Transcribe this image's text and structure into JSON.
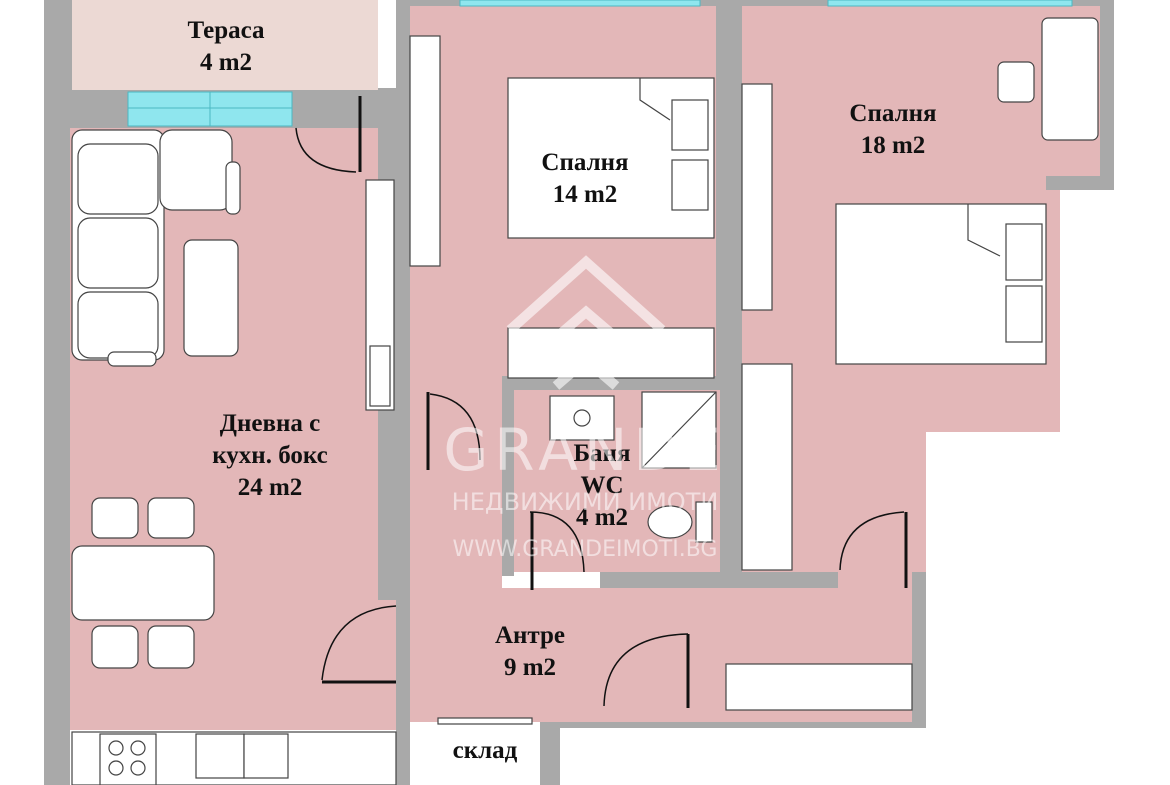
{
  "colors": {
    "room_pink": "#e3b7b8",
    "terrace": "#ecd9d4",
    "wall": "#a9a9a9",
    "window": "#8fe6ee",
    "furniture": "#ffffff",
    "outline": "#333333"
  },
  "rooms": {
    "terrace": {
      "name": "Тераса",
      "area": "4 m2"
    },
    "living": {
      "name_line1": "Дневна с",
      "name_line2": "кухн. бокс",
      "area": "24 m2"
    },
    "bedroom_small": {
      "name": "Спалня",
      "area": "14 m2"
    },
    "bedroom_large": {
      "name": "Спалня",
      "area": "18 m2"
    },
    "bathroom": {
      "name": "Баня",
      "sub": "WC",
      "area": "4 m2"
    },
    "hall": {
      "name": "Антре",
      "area": "9 m2"
    },
    "storage": {
      "name": "склад"
    }
  },
  "watermark": {
    "brand": "GRANDE",
    "subtitle": "НЕДВИЖИМИ ИМОТИ",
    "url": "WWW.GRANDEIMOTI.BG"
  }
}
